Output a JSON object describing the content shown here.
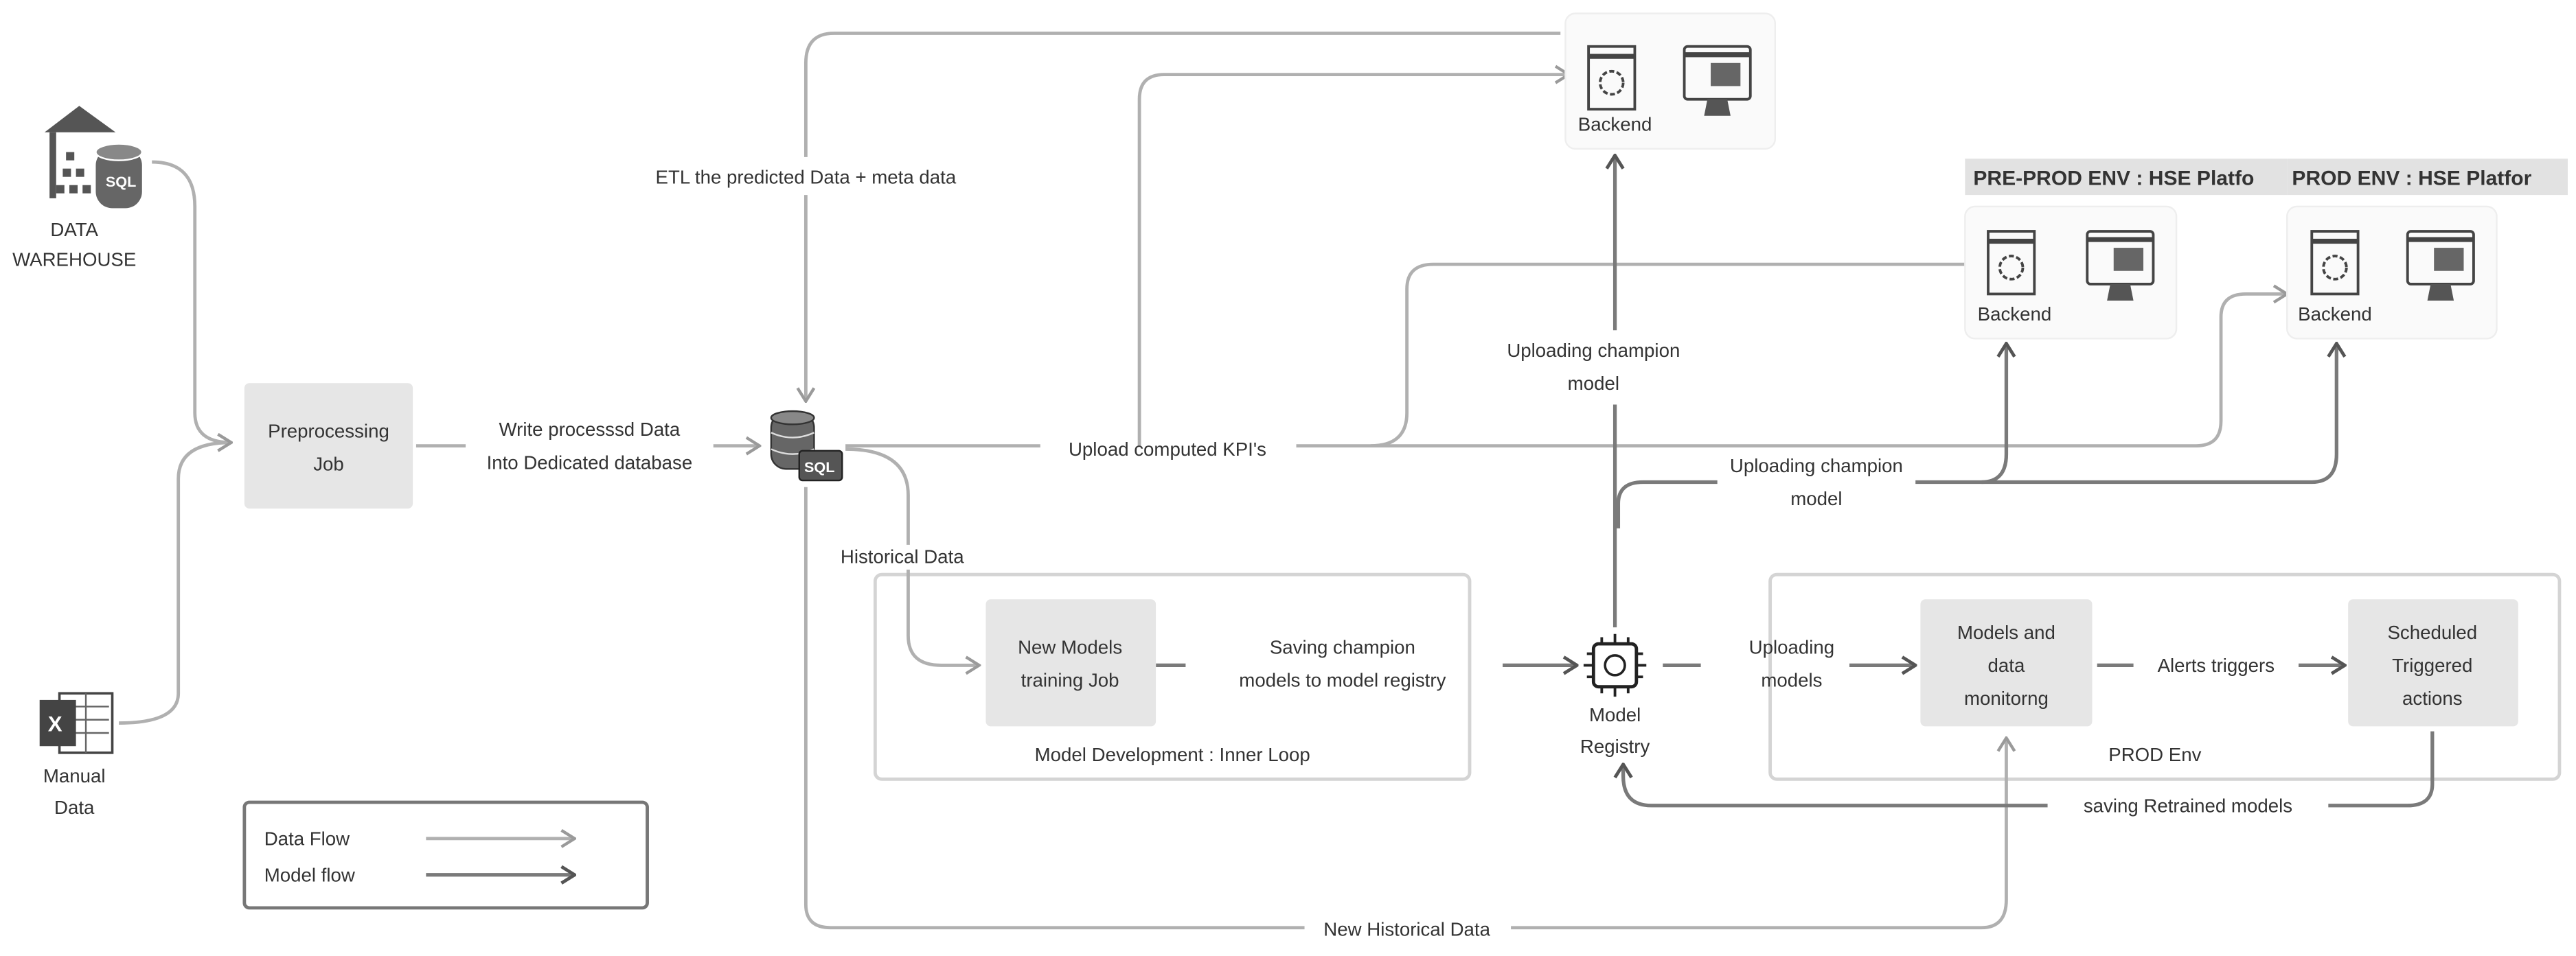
{
  "sources": {
    "warehouse": {
      "icon": "data-warehouse-sql-icon",
      "line1": "DATA",
      "line2": "WAREHOUSE",
      "badge": "SQL"
    },
    "manual": {
      "icon": "excel-file-icon",
      "line1": "Manual",
      "line2": "Data",
      "badge": "X"
    }
  },
  "preprocessing": {
    "line1": "Preprocessing",
    "line2": "Job"
  },
  "write_label": {
    "line1": "Write processsd Data",
    "line2": "Into Dedicated database"
  },
  "database": {
    "icon": "sql-database-icon",
    "badge": "SQL"
  },
  "etl_label": "ETL the predicted Data + meta data",
  "upload_kpi_label": "Upload computed KPI's",
  "historical_label": "Historical Data",
  "new_historical_label": "New Historical Data",
  "backend_top": {
    "label": "Backend"
  },
  "preprod": {
    "header": "PRE-PROD ENV : HSE Platfo",
    "label": "Backend"
  },
  "prod": {
    "header": "PROD ENV : HSE Platfor",
    "label": "Backend"
  },
  "upload_champion_1": {
    "line1": "Uploading champion",
    "line2": "model"
  },
  "upload_champion_2": {
    "line1": "Uploading champion",
    "line2": "model"
  },
  "inner_loop": {
    "title": "Model Development : Inner Loop",
    "job": {
      "line1": "New Models",
      "line2": "training Job"
    },
    "saving": {
      "line1": "Saving champion",
      "line2": "models to model registry"
    }
  },
  "registry": {
    "icon": "model-registry-chip-icon",
    "line1": "Model",
    "line2": "Registry"
  },
  "prod_env": {
    "title": "PROD Env",
    "uploading": {
      "line1": "Uploading",
      "line2": "models"
    },
    "monitoring": {
      "line1": "Models and",
      "line2": "data",
      "line3": "monitorng"
    },
    "alerts": "Alerts triggers",
    "actions": {
      "line1": "Scheduled",
      "line2": "Triggered",
      "line3": "actions"
    }
  },
  "retrained_label": "saving Retrained models",
  "legend": {
    "data_flow": "Data Flow",
    "model_flow": "Model flow"
  },
  "colors": {
    "data_flow": "#b0b0b0",
    "model_flow": "#7a7a7a",
    "box": "#e6e6e6"
  }
}
